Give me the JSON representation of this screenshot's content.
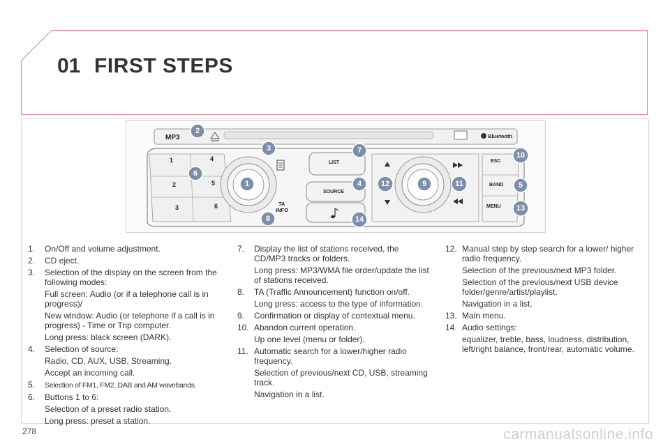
{
  "header": {
    "chapter_number": "01",
    "chapter_title": "FIRST STEPS"
  },
  "page_number": "278",
  "watermark": "carmanualsonline.info",
  "device": {
    "mp3_label": "MP3",
    "bluetooth_label": "Bluetooth",
    "list_label": "LIST",
    "source_label": "SOURCE",
    "ta_label": "TA",
    "info_label": "INFO",
    "esc_label": "ESC",
    "band_label": "BAND",
    "menu_label": "MENU",
    "presets": [
      "1",
      "2",
      "3",
      "4",
      "5",
      "6"
    ],
    "badges": [
      "1",
      "2",
      "3",
      "4",
      "5",
      "6",
      "7",
      "8",
      "9",
      "10",
      "11",
      "12",
      "13",
      "14"
    ]
  },
  "col1": {
    "items": [
      {
        "n": "1.",
        "t": "On/Off and volume adjustment."
      },
      {
        "n": "2.",
        "t": "CD eject."
      },
      {
        "n": "3.",
        "t": "Selection of the display on the screen from the following modes:"
      }
    ],
    "sub3a": "Full screen: Audio (or if a telephone call is in progress)/",
    "sub3b": "New window: Audio (or telephone if a call is in progress) - Time or Trip computer.",
    "sub3c": "Long press: black screen (DARK).",
    "item4": {
      "n": "4.",
      "t": "Selection of source:"
    },
    "sub4a": "Radio, CD, AUX, USB, Streaming.",
    "sub4b": "Accept an incoming call.",
    "item5": {
      "n": "5.",
      "t": "Selection of FM1, FM2, DAB and AM wavebands."
    },
    "item6": {
      "n": "6.",
      "t": "Buttons 1 to 6:"
    },
    "sub6a": "Selection of a preset radio station.",
    "sub6b": "Long press: preset a station."
  },
  "col2": {
    "item7": {
      "n": "7.",
      "t": "Display the list of stations received, the CD/MP3 tracks or folders."
    },
    "sub7": "Long press: MP3/WMA file order/update the list of stations received.",
    "item8": {
      "n": "8.",
      "t": "TA (Traffic Announcement) function on/off."
    },
    "sub8": "Long press: access to the type of information.",
    "item9": {
      "n": "9.",
      "t": "Confirmation or display of contextual menu."
    },
    "item10": {
      "n": "10.",
      "t": "Abandon current operation."
    },
    "sub10": "Up one level (menu or folder).",
    "item11": {
      "n": "11.",
      "t": "Automatic search for a lower/higher radio frequency."
    },
    "sub11a": "Selection of previous/next CD, USB, streaming track.",
    "sub11b": "Navigation in a list."
  },
  "col3": {
    "item12": {
      "n": "12.",
      "t": "Manual step by step search for a lower/ higher radio frequency."
    },
    "sub12a": "Selection of the previous/next MP3 folder.",
    "sub12b": "Selection of the previous/next USB device folder/genre/artist/playlist.",
    "sub12c": "Navigation in a list.",
    "item13": {
      "n": "13.",
      "t": "Main menu."
    },
    "item14": {
      "n": "14.",
      "t": "Audio settings:"
    },
    "sub14": "equalizer, treble, bass, loudness, distribution, left/right balance, front/rear, automatic volume."
  }
}
